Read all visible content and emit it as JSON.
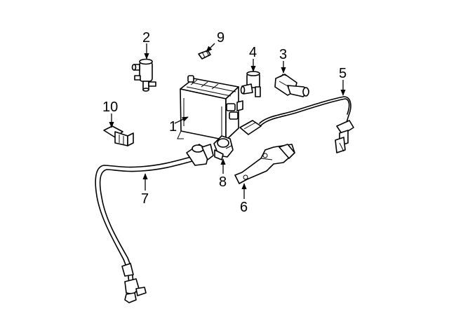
{
  "diagram": {
    "callouts": [
      {
        "id": "1",
        "label": "1"
      },
      {
        "id": "2",
        "label": "2"
      },
      {
        "id": "3",
        "label": "3"
      },
      {
        "id": "4",
        "label": "4"
      },
      {
        "id": "5",
        "label": "5"
      },
      {
        "id": "6",
        "label": "6"
      },
      {
        "id": "7",
        "label": "7"
      },
      {
        "id": "8",
        "label": "8"
      },
      {
        "id": "9",
        "label": "9"
      },
      {
        "id": "10",
        "label": "10"
      }
    ]
  }
}
